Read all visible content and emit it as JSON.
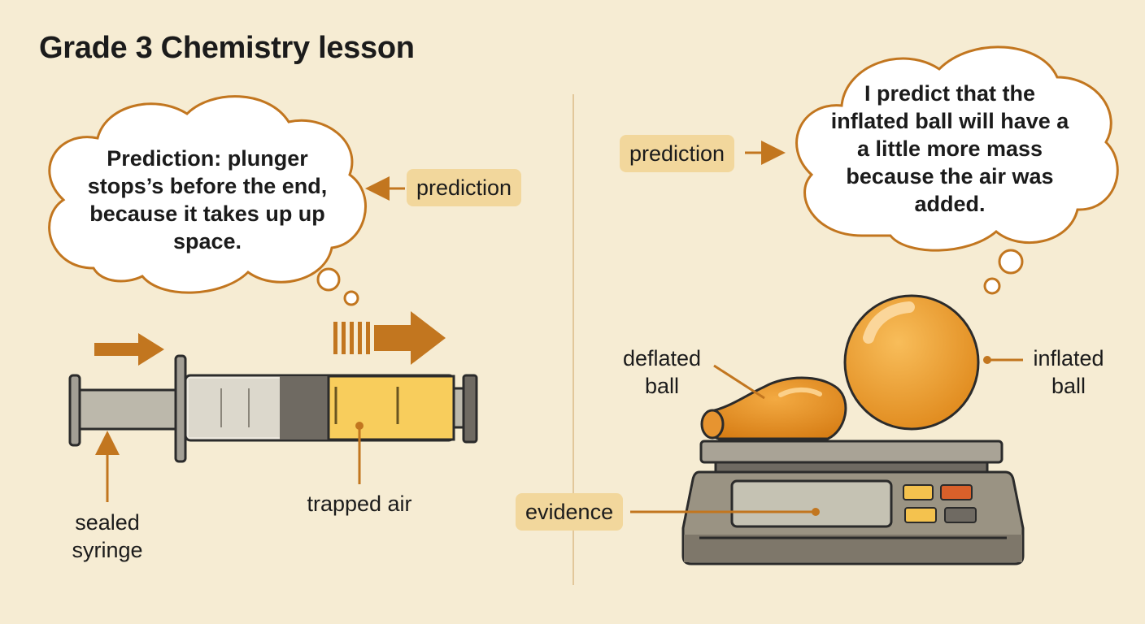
{
  "title": "Grade 3 Chemistry lesson",
  "colors": {
    "background": "#f6ecd3",
    "accent": "#c2761f",
    "tag_fill": "#f2d79c",
    "trapped_air": "#f8cd5c",
    "ball": "#f1a33a",
    "scale_body": "#9a9383"
  },
  "left_panel": {
    "thought": "Prediction: plunger stops’s before the end, because it takes up up space.",
    "prediction_tag": "prediction",
    "syringe_label": "sealed syringe",
    "trapped_air_label": "trapped air"
  },
  "right_panel": {
    "thought": "I predict that the inflated ball will have a a little more mass because the air was added.",
    "prediction_tag": "prediction",
    "deflated_label": "deflated ball",
    "inflated_label": "inflated ball",
    "evidence_tag": "evidence"
  }
}
